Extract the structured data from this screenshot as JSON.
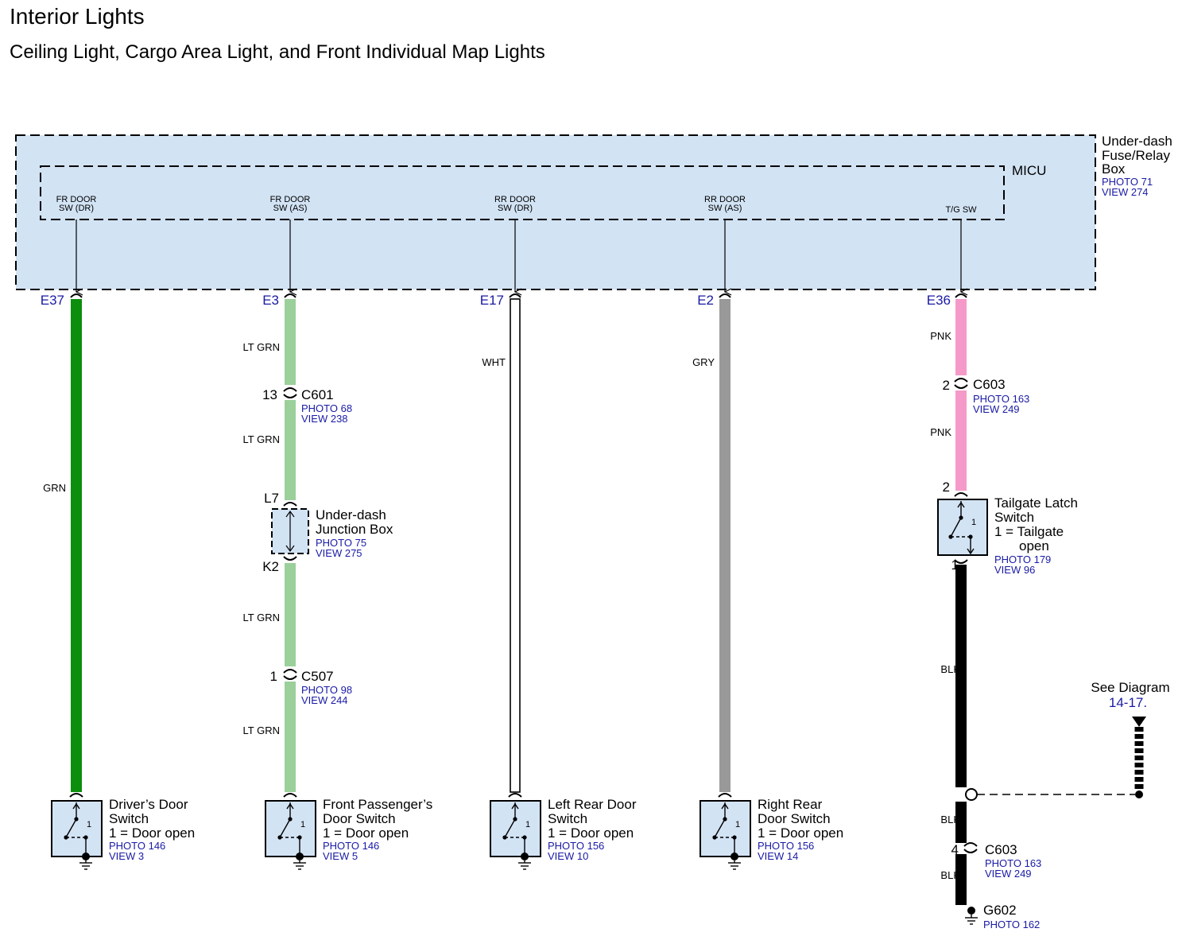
{
  "title": "Interior Lights",
  "subtitle": "Ceiling Light, Cargo Area Light, and Front Individual Map Lights",
  "fuse_box": {
    "label_lines": [
      "Under-dash",
      "Fuse/Relay",
      "Box"
    ],
    "photo": "PHOTO 71",
    "view": "VIEW 274",
    "fill": "#d2e3f4"
  },
  "micu": {
    "label": "MICU",
    "pins": [
      {
        "line1": "FR DOOR",
        "line2": "SW (DR)"
      },
      {
        "line1": "FR DOOR",
        "line2": "SW (AS)"
      },
      {
        "line1": "RR DOOR",
        "line2": "SW (DR)"
      },
      {
        "line1": "RR DOOR",
        "line2": "SW (AS)"
      },
      {
        "line1": "",
        "line2": "T/G SW"
      }
    ]
  },
  "terminals": [
    "E37",
    "E3",
    "E17",
    "E2",
    "E36"
  ],
  "wire_colors": {
    "GRN": "#0d8f0d",
    "LT GRN": "#9bd09b",
    "WHT": "#ffffff",
    "GRY": "#999999",
    "PNK": "#f59ac8",
    "BLK": "#000000"
  },
  "wire_labels": {
    "grn": "GRN",
    "lt_grn": "LT GRN",
    "wht": "WHT",
    "gry": "GRY",
    "pnk": "PNK",
    "blk": "BLK"
  },
  "connectors": {
    "c601": {
      "pin": "13",
      "name": "C601",
      "photo": "PHOTO 68",
      "view": "VIEW 238"
    },
    "c507": {
      "pin": "1",
      "name": "C507",
      "photo": "PHOTO 98",
      "view": "VIEW 244"
    },
    "c603_top": {
      "pin": "2",
      "name": "C603",
      "photo": "PHOTO 163",
      "view": "VIEW 249"
    },
    "c603_bottom": {
      "pin": "4",
      "name": "C603",
      "photo": "PHOTO 163",
      "view": "VIEW 249"
    },
    "g602": {
      "name": "G602",
      "photo": "PHOTO 162"
    }
  },
  "junction_box": {
    "pin_top": "L7",
    "pin_bottom": "K2",
    "label_lines": [
      "Under-dash",
      "Junction Box"
    ],
    "photo": "PHOTO 75",
    "view": "VIEW 275"
  },
  "tailgate_switch": {
    "pin_top": "2",
    "pin_bottom": "1",
    "switch_pin": "1",
    "label_lines": [
      "Tailgate Latch",
      "Switch",
      "1 = Tailgate",
      "open"
    ],
    "photo": "PHOTO 179",
    "view": "VIEW 96"
  },
  "door_switches": [
    {
      "label_lines": [
        "Driver’s Door",
        "Switch",
        "1 = Door open"
      ],
      "photo": "PHOTO 146",
      "view": "VIEW 3",
      "pin": "1"
    },
    {
      "label_lines": [
        "Front Passenger’s",
        "Door Switch",
        "1 = Door open"
      ],
      "photo": "PHOTO 146",
      "view": "VIEW 5",
      "pin": "1"
    },
    {
      "label_lines": [
        "Left Rear Door",
        "Switch",
        "1 = Door open"
      ],
      "photo": "PHOTO 156",
      "view": "VIEW 10",
      "pin": "1"
    },
    {
      "label_lines": [
        "Right Rear",
        "Door Switch",
        "1 = Door open"
      ],
      "photo": "PHOTO 156",
      "view": "VIEW 14",
      "pin": "1"
    }
  ],
  "see_diagram": {
    "text": "See Diagram",
    "ref": "14-17."
  }
}
